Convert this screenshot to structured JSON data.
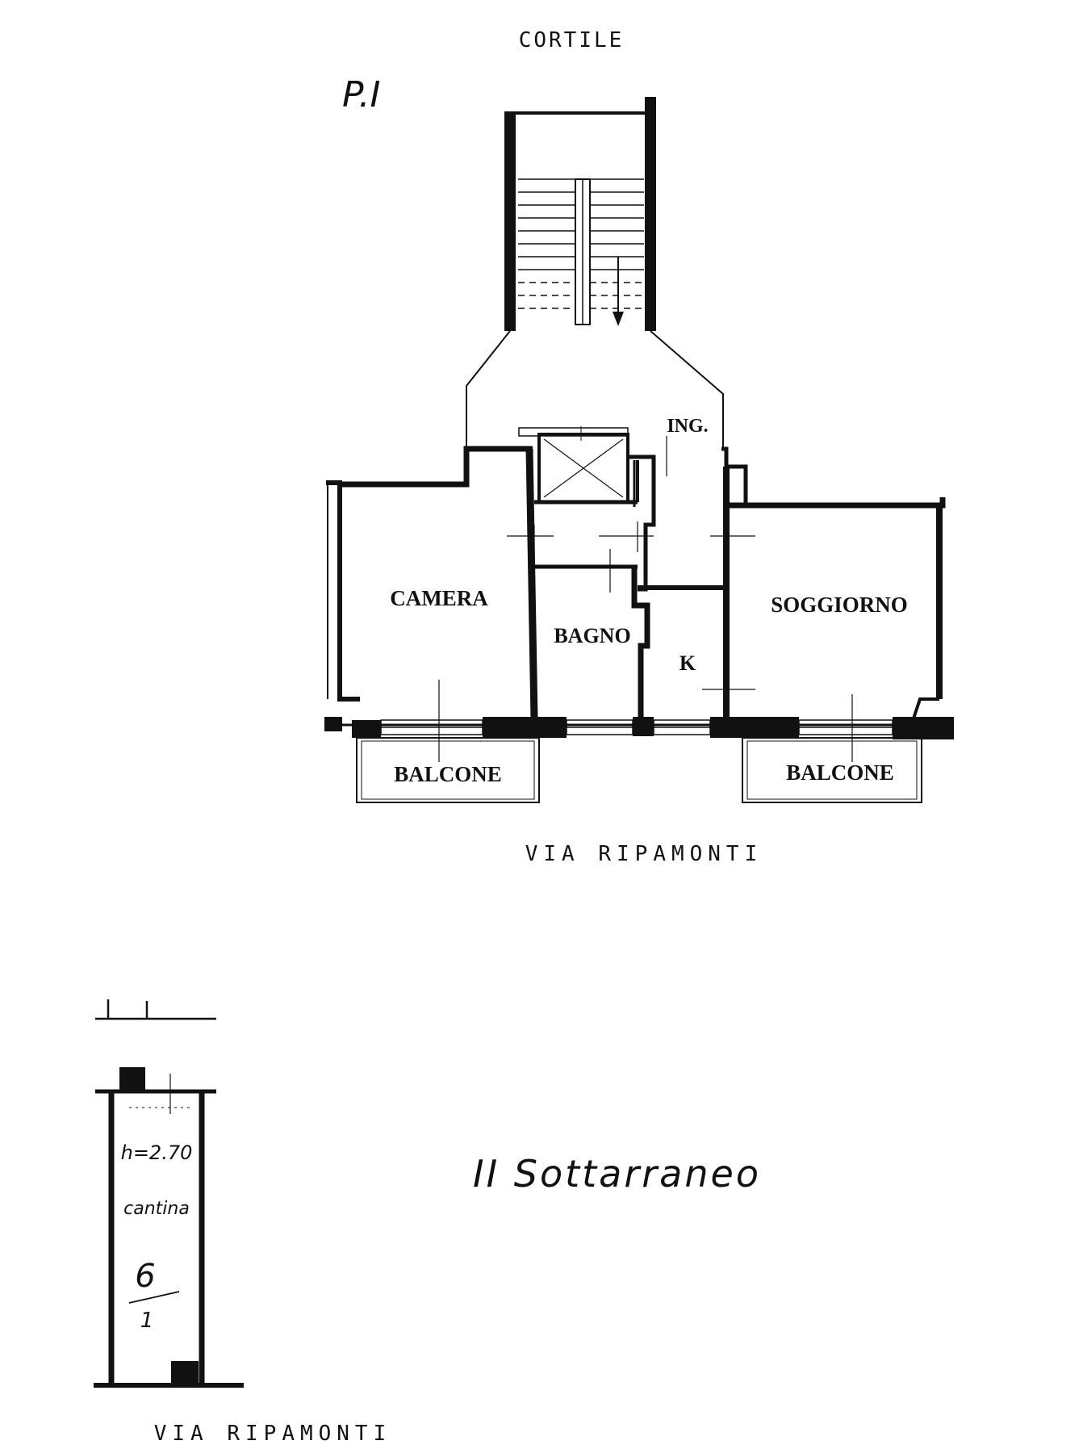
{
  "labels": {
    "courtyard": "CORTILE",
    "floor_marker": "P.I",
    "entrance": "ING.",
    "bedroom": "CAMERA",
    "bathroom": "BAGNO",
    "kitchen": "K",
    "living_room": "SOGGIORNO",
    "balcony_left": "BALCONE",
    "balcony_right": "BALCONE",
    "street_top": "VIA RIPAMONTI",
    "basement_title": "II Sottarraneo",
    "cellar_height": "h=2.70",
    "cellar_label": "cantina",
    "cellar_number_top": "6",
    "cellar_number_bottom": "1",
    "street_bottom": "VIA RIPAMONTI"
  },
  "colors": {
    "ink": "#111111",
    "paper": "#ffffff"
  }
}
